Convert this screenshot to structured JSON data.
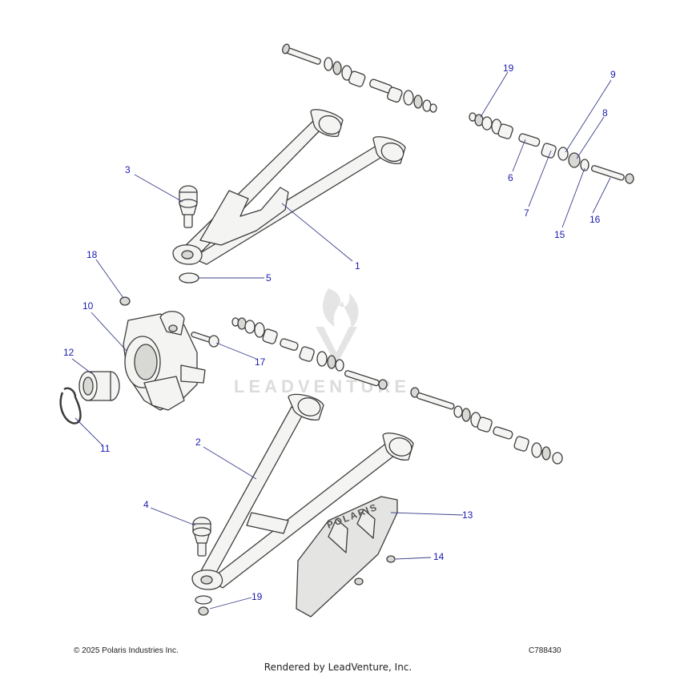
{
  "watermark": {
    "text": "LEADVENTURE"
  },
  "callouts": [
    {
      "label": "19"
    },
    {
      "label": "9"
    },
    {
      "label": "8"
    },
    {
      "label": "6"
    },
    {
      "label": "7"
    },
    {
      "label": "15"
    },
    {
      "label": "16"
    },
    {
      "label": "3"
    },
    {
      "label": "1"
    },
    {
      "label": "5"
    },
    {
      "label": "18"
    },
    {
      "label": "10"
    },
    {
      "label": "17"
    },
    {
      "label": "12"
    },
    {
      "label": "11"
    },
    {
      "label": "2"
    },
    {
      "label": "4"
    },
    {
      "label": "13"
    },
    {
      "label": "14"
    },
    {
      "label": "19"
    }
  ],
  "skid_plate": {
    "brand": "POLARIS"
  },
  "footer": {
    "copyright": "© 2025 Polaris Industries Inc.",
    "diagram_id": "C788430",
    "rendered_by": "Rendered by LeadVenture, Inc."
  },
  "colors": {
    "callout": "#1a1ab0",
    "leader": "#3a3f8a",
    "part_fill": "#f4f4f2",
    "outline": "#3c3c3c"
  }
}
